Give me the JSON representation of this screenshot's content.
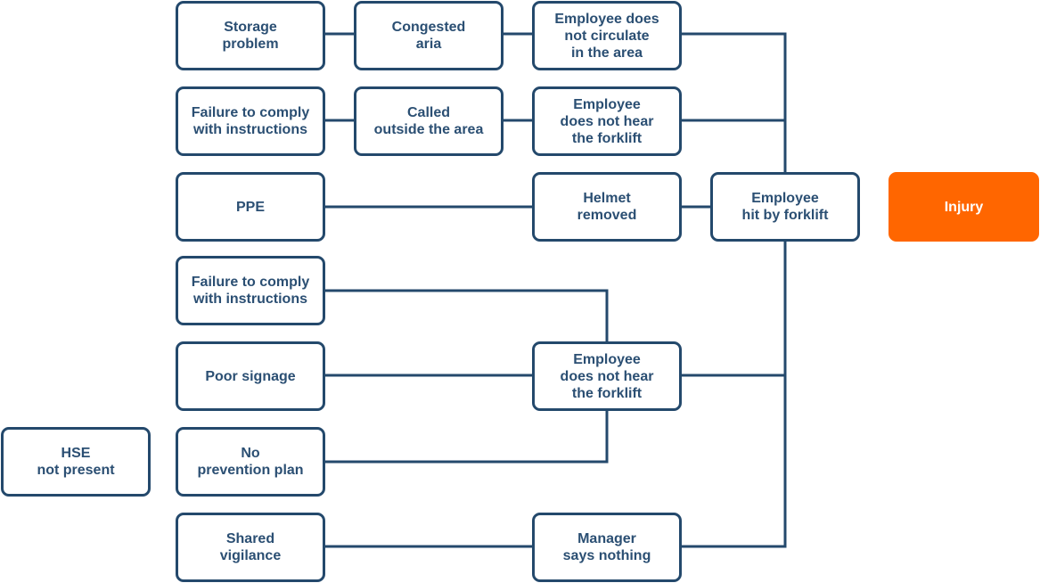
{
  "diagram": {
    "nodes": [
      {
        "id": "storage-problem",
        "label": "Storage\nproblem",
        "variant": "default"
      },
      {
        "id": "congested-aria",
        "label": "Congested\naria",
        "variant": "default"
      },
      {
        "id": "employee-does-not-circulate",
        "label": "Employee does\nnot circulate\nin the area",
        "variant": "default"
      },
      {
        "id": "failure-to-comply-1",
        "label": "Failure to comply\nwith instructions",
        "variant": "default"
      },
      {
        "id": "called-outside-area",
        "label": "Called\noutside the area",
        "variant": "default"
      },
      {
        "id": "employee-does-not-hear-1",
        "label": "Employee\ndoes not hear\nthe forklift",
        "variant": "default"
      },
      {
        "id": "ppe",
        "label": "PPE",
        "variant": "default"
      },
      {
        "id": "helmet-removed",
        "label": "Helmet\nremoved",
        "variant": "default"
      },
      {
        "id": "employee-hit-by-forklift",
        "label": "Employee\nhit by forklift",
        "variant": "default"
      },
      {
        "id": "injury",
        "label": "Injury",
        "variant": "accent"
      },
      {
        "id": "failure-to-comply-2",
        "label": "Failure to comply\nwith instructions",
        "variant": "default"
      },
      {
        "id": "poor-signage",
        "label": "Poor signage",
        "variant": "default"
      },
      {
        "id": "employee-does-not-hear-2",
        "label": "Employee\ndoes not hear\nthe forklift",
        "variant": "default"
      },
      {
        "id": "hse-not-present",
        "label": "HSE\nnot present",
        "variant": "default"
      },
      {
        "id": "no-prevention-plan",
        "label": "No\nprevention plan",
        "variant": "default"
      },
      {
        "id": "shared-vigilance",
        "label": "Shared\nvigilance",
        "variant": "default"
      },
      {
        "id": "manager-says-nothing",
        "label": "Manager\nsays nothing",
        "variant": "default"
      }
    ],
    "edges": [
      {
        "from": "storage-problem",
        "to": "congested-aria"
      },
      {
        "from": "congested-aria",
        "to": "employee-does-not-circulate"
      },
      {
        "from": "employee-does-not-circulate",
        "to": "employee-hit-by-forklift"
      },
      {
        "from": "failure-to-comply-1",
        "to": "called-outside-area"
      },
      {
        "from": "called-outside-area",
        "to": "employee-does-not-hear-1"
      },
      {
        "from": "employee-does-not-hear-1",
        "to": "employee-hit-by-forklift"
      },
      {
        "from": "ppe",
        "to": "helmet-removed"
      },
      {
        "from": "helmet-removed",
        "to": "employee-hit-by-forklift"
      },
      {
        "from": "failure-to-comply-2",
        "to": "employee-does-not-hear-2"
      },
      {
        "from": "poor-signage",
        "to": "employee-does-not-hear-2"
      },
      {
        "from": "no-prevention-plan",
        "to": "employee-does-not-hear-2"
      },
      {
        "from": "employee-does-not-hear-2",
        "to": "employee-hit-by-forklift"
      },
      {
        "from": "shared-vigilance",
        "to": "manager-says-nothing"
      },
      {
        "from": "manager-says-nothing",
        "to": "employee-hit-by-forklift"
      }
    ],
    "colors": {
      "line": "#24496c",
      "text": "#2b4f73",
      "accent": "#ff6600",
      "background": "#ffffff"
    }
  }
}
